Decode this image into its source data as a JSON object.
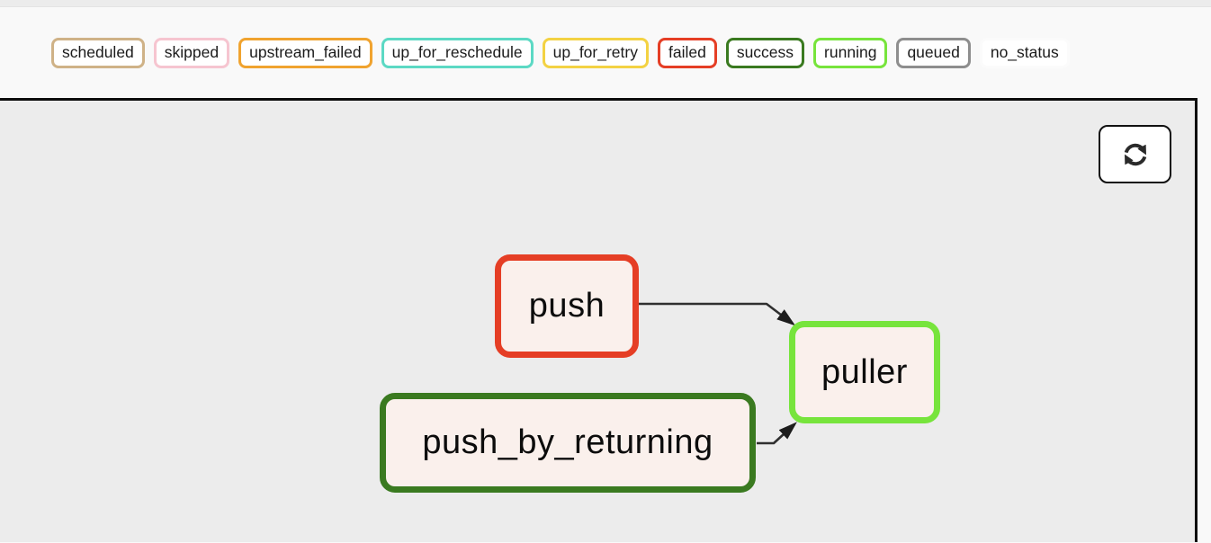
{
  "legend": {
    "items": [
      {
        "label": "scheduled",
        "color": "#cfb287"
      },
      {
        "label": "skipped",
        "color": "#f6c5d0"
      },
      {
        "label": "upstream_failed",
        "color": "#f0a32f"
      },
      {
        "label": "up_for_reschedule",
        "color": "#5cd9c4"
      },
      {
        "label": "up_for_retry",
        "color": "#f3d243"
      },
      {
        "label": "failed",
        "color": "#e53e25"
      },
      {
        "label": "success",
        "color": "#3a7a20"
      },
      {
        "label": "running",
        "color": "#77e43c"
      },
      {
        "label": "queued",
        "color": "#8e8e8e"
      },
      {
        "label": "no_status",
        "color": "#fbfbfb"
      }
    ]
  },
  "toolbar": {
    "refresh_icon": "refresh-icon"
  },
  "graph": {
    "background": "#ececec",
    "node_fill": "#faf0ec",
    "edge_color": "#2f2f2f",
    "nodes": [
      {
        "id": "push",
        "label": "push",
        "state": "failed",
        "border_color": "#e53e25"
      },
      {
        "id": "puller",
        "label": "puller",
        "state": "running",
        "border_color": "#77e43c"
      },
      {
        "id": "push_by_returning",
        "label": "push_by_returning",
        "state": "success",
        "border_color": "#3a7a20"
      }
    ],
    "edges": [
      {
        "from": "push",
        "to": "puller"
      },
      {
        "from": "push_by_returning",
        "to": "puller"
      }
    ]
  }
}
